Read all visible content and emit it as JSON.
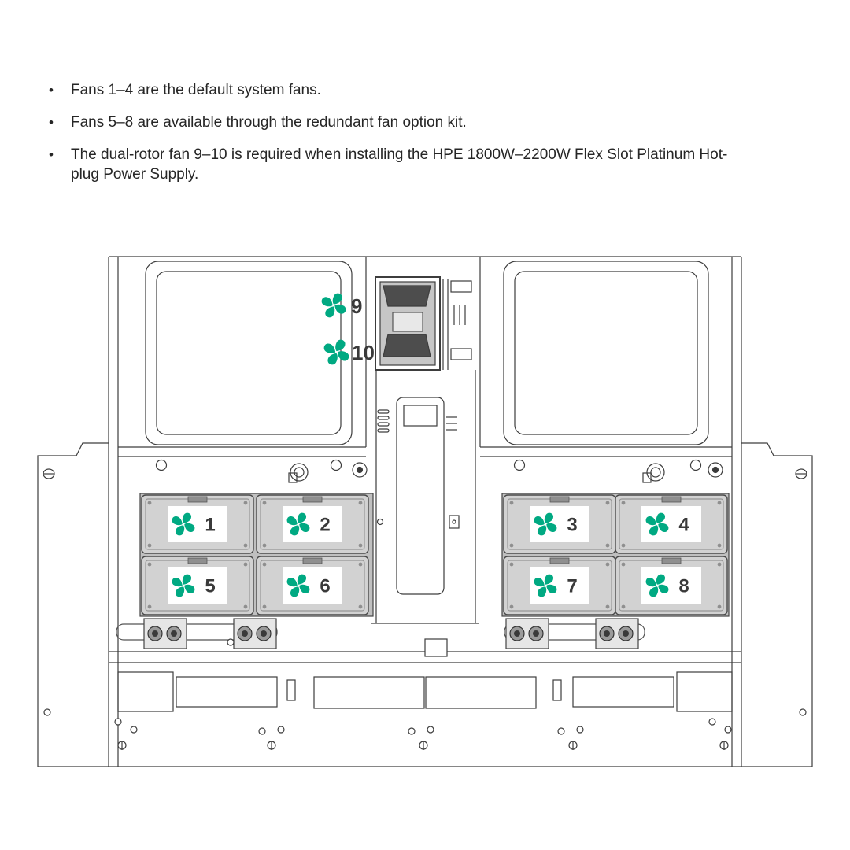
{
  "page": {
    "bullet_marker": "•",
    "bullets": [
      "Fans 1–4 are the default system fans.",
      "Fans 5–8 are available through the redundant fan option kit.",
      "The dual-rotor fan 9–10 is required when installing the HPE 1800W–2200W Flex Slot Platinum Hot-\nplug Power Supply."
    ]
  },
  "diagram": {
    "fan_color": "#00A982",
    "label_color": "#3a3a3a",
    "fans": [
      {
        "number": "1"
      },
      {
        "number": "2"
      },
      {
        "number": "3"
      },
      {
        "number": "4"
      },
      {
        "number": "5"
      },
      {
        "number": "6"
      },
      {
        "number": "7"
      },
      {
        "number": "8"
      }
    ],
    "dual_rotor_fans": [
      {
        "number": "9"
      },
      {
        "number": "10"
      }
    ]
  }
}
